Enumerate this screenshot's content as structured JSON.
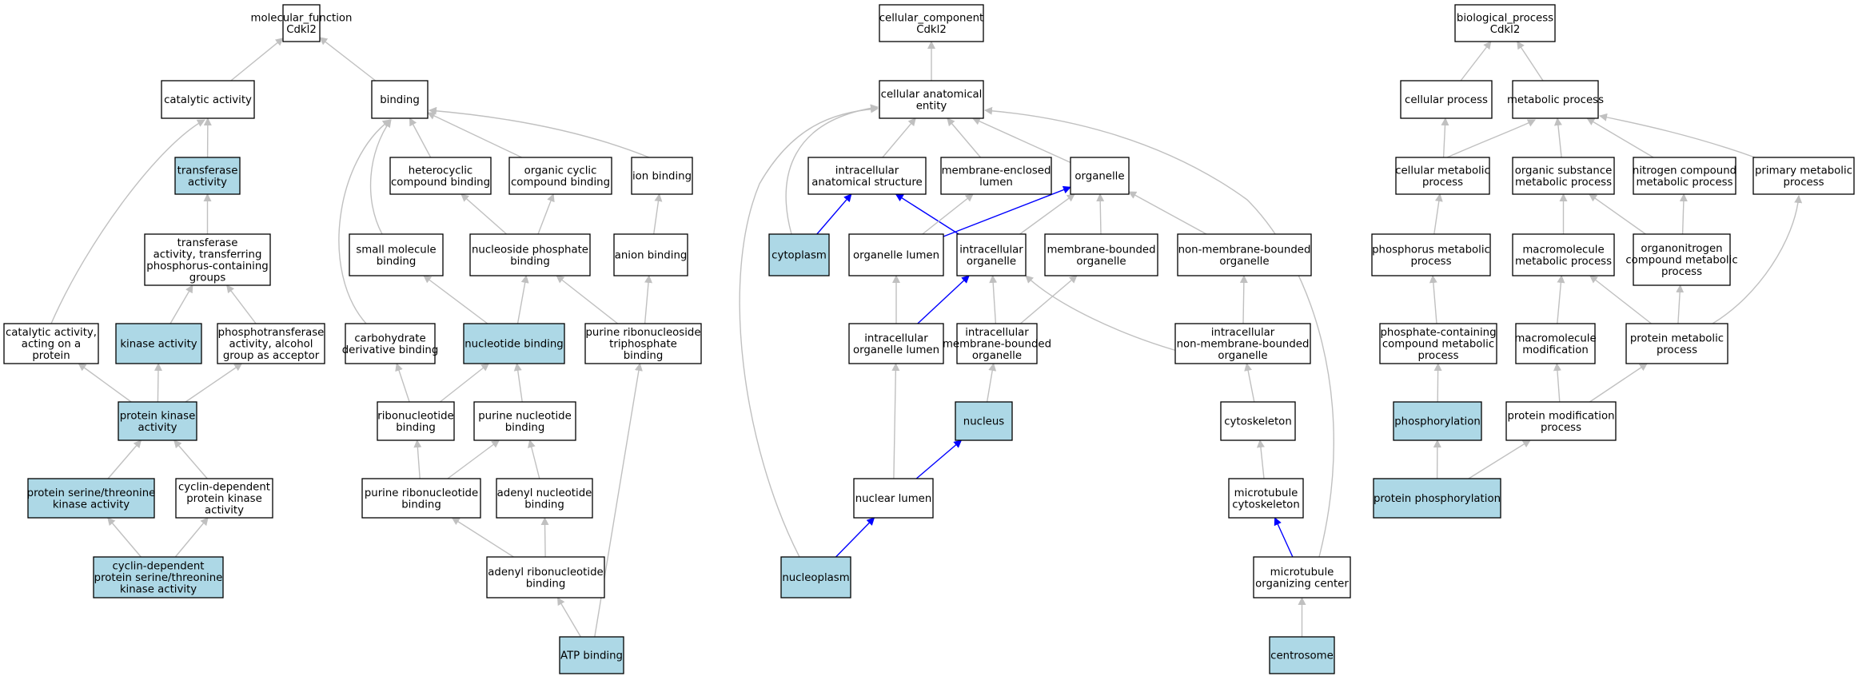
{
  "colors": {
    "highlight_fill": "#add8e6",
    "default_fill": "#ffffff",
    "edge_gray": "#c0c0c0",
    "edge_blue": "#0000ff"
  },
  "nodes": {
    "mf_root": {
      "lines": [
        "molecular_function",
        "Cdkl2"
      ],
      "highlight": false
    },
    "catalytic": {
      "lines": [
        "catalytic activity"
      ],
      "highlight": false
    },
    "binding": {
      "lines": [
        "binding"
      ],
      "highlight": false
    },
    "transferase": {
      "lines": [
        "transferase",
        "activity"
      ],
      "highlight": true
    },
    "heterocyclic": {
      "lines": [
        "heterocyclic",
        "compound binding"
      ],
      "highlight": false
    },
    "organic_cyclic": {
      "lines": [
        "organic cyclic",
        "compound binding"
      ],
      "highlight": false
    },
    "ion_binding": {
      "lines": [
        "ion binding"
      ],
      "highlight": false
    },
    "transferase_p": {
      "lines": [
        "transferase",
        "activity, transferring",
        "phosphorus-containing",
        "groups"
      ],
      "highlight": false
    },
    "small_molecule": {
      "lines": [
        "small molecule",
        "binding"
      ],
      "highlight": false
    },
    "nucleoside_phosphate": {
      "lines": [
        "nucleoside phosphate",
        "binding"
      ],
      "highlight": false
    },
    "anion_binding": {
      "lines": [
        "anion binding"
      ],
      "highlight": false
    },
    "catalytic_protein": {
      "lines": [
        "catalytic activity,",
        "acting on a",
        "protein"
      ],
      "highlight": false
    },
    "kinase": {
      "lines": [
        "kinase activity"
      ],
      "highlight": true
    },
    "phosphotransferase": {
      "lines": [
        "phosphotransferase",
        "activity, alcohol",
        "group as acceptor"
      ],
      "highlight": false
    },
    "carbohydrate_deriv": {
      "lines": [
        "carbohydrate",
        "derivative binding"
      ],
      "highlight": false
    },
    "nucleotide_binding": {
      "lines": [
        "nucleotide binding"
      ],
      "highlight": true
    },
    "purine_ribonucleoside_tp": {
      "lines": [
        "purine ribonucleoside",
        "triphosphate",
        "binding"
      ],
      "highlight": false
    },
    "protein_kinase": {
      "lines": [
        "protein kinase",
        "activity"
      ],
      "highlight": true
    },
    "ribonucleotide": {
      "lines": [
        "ribonucleotide",
        "binding"
      ],
      "highlight": false
    },
    "purine_nucleotide": {
      "lines": [
        "purine nucleotide",
        "binding"
      ],
      "highlight": false
    },
    "ser_thr_kinase": {
      "lines": [
        "protein serine/threonine",
        "kinase activity"
      ],
      "highlight": true
    },
    "cdk": {
      "lines": [
        "cyclin-dependent",
        "protein kinase",
        "activity"
      ],
      "highlight": false
    },
    "purine_ribonucleotide": {
      "lines": [
        "purine ribonucleotide",
        "binding"
      ],
      "highlight": false
    },
    "adenyl_nucleotide": {
      "lines": [
        "adenyl nucleotide",
        "binding"
      ],
      "highlight": false
    },
    "cdk_ser_thr": {
      "lines": [
        "cyclin-dependent",
        "protein serine/threonine",
        "kinase activity"
      ],
      "highlight": true
    },
    "adenyl_ribonucleotide": {
      "lines": [
        "adenyl ribonucleotide",
        "binding"
      ],
      "highlight": false
    },
    "atp": {
      "lines": [
        "ATP binding"
      ],
      "highlight": true
    },
    "cc_root": {
      "lines": [
        "cellular_component",
        "Cdkl2"
      ],
      "highlight": false
    },
    "cae": {
      "lines": [
        "cellular anatomical",
        "entity"
      ],
      "highlight": false
    },
    "ias": {
      "lines": [
        "intracellular",
        "anatomical structure"
      ],
      "highlight": false
    },
    "mel": {
      "lines": [
        "membrane-enclosed",
        "lumen"
      ],
      "highlight": false
    },
    "organelle": {
      "lines": [
        "organelle"
      ],
      "highlight": false
    },
    "cytoplasm": {
      "lines": [
        "cytoplasm"
      ],
      "highlight": true
    },
    "organelle_lumen": {
      "lines": [
        "organelle lumen"
      ],
      "highlight": false
    },
    "intra_organelle": {
      "lines": [
        "intracellular",
        "organelle"
      ],
      "highlight": false
    },
    "mbo": {
      "lines": [
        "membrane-bounded",
        "organelle"
      ],
      "highlight": false
    },
    "nmbo": {
      "lines": [
        "non-membrane-bounded",
        "organelle"
      ],
      "highlight": false
    },
    "iol": {
      "lines": [
        "intracellular",
        "organelle lumen"
      ],
      "highlight": false
    },
    "imbo": {
      "lines": [
        "intracellular",
        "membrane-bounded",
        "organelle"
      ],
      "highlight": false
    },
    "inmbo": {
      "lines": [
        "intracellular",
        "non-membrane-bounded",
        "organelle"
      ],
      "highlight": false
    },
    "nucleus": {
      "lines": [
        "nucleus"
      ],
      "highlight": true
    },
    "cytoskeleton": {
      "lines": [
        "cytoskeleton"
      ],
      "highlight": false
    },
    "nuclear_lumen": {
      "lines": [
        "nuclear lumen"
      ],
      "highlight": false
    },
    "mt_cytoskeleton": {
      "lines": [
        "microtubule",
        "cytoskeleton"
      ],
      "highlight": false
    },
    "nucleoplasm": {
      "lines": [
        "nucleoplasm"
      ],
      "highlight": true
    },
    "mtoc": {
      "lines": [
        "microtubule",
        "organizing center"
      ],
      "highlight": false
    },
    "centrosome": {
      "lines": [
        "centrosome"
      ],
      "highlight": true
    },
    "bp_root": {
      "lines": [
        "biological_process",
        "Cdkl2"
      ],
      "highlight": false
    },
    "cellular_process": {
      "lines": [
        "cellular process"
      ],
      "highlight": false
    },
    "metabolic_process": {
      "lines": [
        "metabolic process"
      ],
      "highlight": false
    },
    "cmp": {
      "lines": [
        "cellular metabolic",
        "process"
      ],
      "highlight": false
    },
    "osmp": {
      "lines": [
        "organic substance",
        "metabolic process"
      ],
      "highlight": false
    },
    "ncmp": {
      "lines": [
        "nitrogen compound",
        "metabolic process"
      ],
      "highlight": false
    },
    "pmp": {
      "lines": [
        "primary metabolic",
        "process"
      ],
      "highlight": false
    },
    "phmp": {
      "lines": [
        "phosphorus metabolic",
        "process"
      ],
      "highlight": false
    },
    "mmp": {
      "lines": [
        "macromolecule",
        "metabolic process"
      ],
      "highlight": false
    },
    "oncmp": {
      "lines": [
        "organonitrogen",
        "compound metabolic",
        "process"
      ],
      "highlight": false
    },
    "pccmp": {
      "lines": [
        "phosphate-containing",
        "compound metabolic",
        "process"
      ],
      "highlight": false
    },
    "mm": {
      "lines": [
        "macromolecule",
        "modification"
      ],
      "highlight": false
    },
    "prmp": {
      "lines": [
        "protein metabolic",
        "process"
      ],
      "highlight": false
    },
    "phosphorylation": {
      "lines": [
        "phosphorylation"
      ],
      "highlight": true
    },
    "pmod": {
      "lines": [
        "protein modification",
        "process"
      ],
      "highlight": false
    },
    "pphos": {
      "lines": [
        "protein phosphorylation"
      ],
      "highlight": true
    }
  },
  "edges": [
    {
      "from": "catalytic",
      "to": "mf_root",
      "color": "gray"
    },
    {
      "from": "binding",
      "to": "mf_root",
      "color": "gray"
    },
    {
      "from": "transferase",
      "to": "catalytic",
      "color": "gray"
    },
    {
      "from": "catalytic_protein",
      "to": "catalytic",
      "color": "gray"
    },
    {
      "from": "heterocyclic",
      "to": "binding",
      "color": "gray"
    },
    {
      "from": "organic_cyclic",
      "to": "binding",
      "color": "gray"
    },
    {
      "from": "ion_binding",
      "to": "binding",
      "color": "gray"
    },
    {
      "from": "small_molecule",
      "to": "binding",
      "color": "gray"
    },
    {
      "from": "carbohydrate_deriv",
      "to": "binding",
      "color": "gray"
    },
    {
      "from": "transferase_p",
      "to": "transferase",
      "color": "gray"
    },
    {
      "from": "kinase",
      "to": "transferase_p",
      "color": "gray"
    },
    {
      "from": "phosphotransferase",
      "to": "transferase_p",
      "color": "gray"
    },
    {
      "from": "protein_kinase",
      "to": "catalytic_protein",
      "color": "gray"
    },
    {
      "from": "protein_kinase",
      "to": "kinase",
      "color": "gray"
    },
    {
      "from": "protein_kinase",
      "to": "phosphotransferase",
      "color": "gray"
    },
    {
      "from": "ser_thr_kinase",
      "to": "protein_kinase",
      "color": "gray"
    },
    {
      "from": "cdk",
      "to": "protein_kinase",
      "color": "gray"
    },
    {
      "from": "cdk_ser_thr",
      "to": "ser_thr_kinase",
      "color": "gray"
    },
    {
      "from": "cdk_ser_thr",
      "to": "cdk",
      "color": "gray"
    },
    {
      "from": "nucleoside_phosphate",
      "to": "heterocyclic",
      "color": "gray"
    },
    {
      "from": "nucleoside_phosphate",
      "to": "organic_cyclic",
      "color": "gray"
    },
    {
      "from": "anion_binding",
      "to": "ion_binding",
      "color": "gray"
    },
    {
      "from": "nucleotide_binding",
      "to": "small_molecule",
      "color": "gray"
    },
    {
      "from": "nucleotide_binding",
      "to": "nucleoside_phosphate",
      "color": "gray"
    },
    {
      "from": "purine_ribonucleoside_tp",
      "to": "nucleoside_phosphate",
      "color": "gray"
    },
    {
      "from": "purine_ribonucleoside_tp",
      "to": "anion_binding",
      "color": "gray"
    },
    {
      "from": "ribonucleotide",
      "to": "carbohydrate_deriv",
      "color": "gray"
    },
    {
      "from": "ribonucleotide",
      "to": "nucleotide_binding",
      "color": "gray"
    },
    {
      "from": "purine_nucleotide",
      "to": "nucleotide_binding",
      "color": "gray"
    },
    {
      "from": "purine_ribonucleotide",
      "to": "ribonucleotide",
      "color": "gray"
    },
    {
      "from": "purine_ribonucleotide",
      "to": "purine_nucleotide",
      "color": "gray"
    },
    {
      "from": "adenyl_nucleotide",
      "to": "purine_nucleotide",
      "color": "gray"
    },
    {
      "from": "adenyl_ribonucleotide",
      "to": "purine_ribonucleotide",
      "color": "gray"
    },
    {
      "from": "adenyl_ribonucleotide",
      "to": "adenyl_nucleotide",
      "color": "gray"
    },
    {
      "from": "atp",
      "to": "adenyl_ribonucleotide",
      "color": "gray"
    },
    {
      "from": "atp",
      "to": "purine_ribonucleoside_tp",
      "color": "gray"
    },
    {
      "from": "cae",
      "to": "cc_root",
      "color": "gray"
    },
    {
      "from": "ias",
      "to": "cae",
      "color": "gray"
    },
    {
      "from": "mel",
      "to": "cae",
      "color": "gray"
    },
    {
      "from": "organelle",
      "to": "cae",
      "color": "gray"
    },
    {
      "from": "cytoplasm",
      "to": "cae",
      "color": "gray"
    },
    {
      "from": "nucleoplasm",
      "to": "cae",
      "color": "gray"
    },
    {
      "from": "mtoc",
      "to": "cae",
      "color": "gray"
    },
    {
      "from": "cytoplasm",
      "to": "ias",
      "color": "blue"
    },
    {
      "from": "intra_organelle",
      "to": "ias",
      "color": "blue"
    },
    {
      "from": "organelle_lumen",
      "to": "organelle",
      "color": "blue"
    },
    {
      "from": "organelle_lumen",
      "to": "mel",
      "color": "gray"
    },
    {
      "from": "intra_organelle",
      "to": "organelle",
      "color": "gray"
    },
    {
      "from": "mbo",
      "to": "organelle",
      "color": "gray"
    },
    {
      "from": "nmbo",
      "to": "organelle",
      "color": "gray"
    },
    {
      "from": "iol",
      "to": "organelle_lumen",
      "color": "gray"
    },
    {
      "from": "iol",
      "to": "intra_organelle",
      "color": "blue"
    },
    {
      "from": "imbo",
      "to": "intra_organelle",
      "color": "gray"
    },
    {
      "from": "imbo",
      "to": "mbo",
      "color": "gray"
    },
    {
      "from": "inmbo",
      "to": "intra_organelle",
      "color": "gray"
    },
    {
      "from": "inmbo",
      "to": "nmbo",
      "color": "gray"
    },
    {
      "from": "nucleus",
      "to": "imbo",
      "color": "gray"
    },
    {
      "from": "cytoskeleton",
      "to": "inmbo",
      "color": "gray"
    },
    {
      "from": "nuclear_lumen",
      "to": "iol",
      "color": "gray"
    },
    {
      "from": "nuclear_lumen",
      "to": "nucleus",
      "color": "blue"
    },
    {
      "from": "mt_cytoskeleton",
      "to": "cytoskeleton",
      "color": "gray"
    },
    {
      "from": "nucleoplasm",
      "to": "nuclear_lumen",
      "color": "blue"
    },
    {
      "from": "mtoc",
      "to": "mt_cytoskeleton",
      "color": "blue"
    },
    {
      "from": "centrosome",
      "to": "mtoc",
      "color": "gray"
    },
    {
      "from": "cellular_process",
      "to": "bp_root",
      "color": "gray"
    },
    {
      "from": "metabolic_process",
      "to": "bp_root",
      "color": "gray"
    },
    {
      "from": "cmp",
      "to": "cellular_process",
      "color": "gray"
    },
    {
      "from": "cmp",
      "to": "metabolic_process",
      "color": "gray"
    },
    {
      "from": "osmp",
      "to": "metabolic_process",
      "color": "gray"
    },
    {
      "from": "ncmp",
      "to": "metabolic_process",
      "color": "gray"
    },
    {
      "from": "pmp",
      "to": "metabolic_process",
      "color": "gray"
    },
    {
      "from": "phmp",
      "to": "cmp",
      "color": "gray"
    },
    {
      "from": "mmp",
      "to": "osmp",
      "color": "gray"
    },
    {
      "from": "oncmp",
      "to": "osmp",
      "color": "gray"
    },
    {
      "from": "oncmp",
      "to": "ncmp",
      "color": "gray"
    },
    {
      "from": "pccmp",
      "to": "phmp",
      "color": "gray"
    },
    {
      "from": "mm",
      "to": "mmp",
      "color": "gray"
    },
    {
      "from": "prmp",
      "to": "mmp",
      "color": "gray"
    },
    {
      "from": "prmp",
      "to": "oncmp",
      "color": "gray"
    },
    {
      "from": "prmp",
      "to": "pmp",
      "color": "gray"
    },
    {
      "from": "phosphorylation",
      "to": "pccmp",
      "color": "gray"
    },
    {
      "from": "pmod",
      "to": "mm",
      "color": "gray"
    },
    {
      "from": "pmod",
      "to": "prmp",
      "color": "gray"
    },
    {
      "from": "pphos",
      "to": "phosphorylation",
      "color": "gray"
    },
    {
      "from": "pphos",
      "to": "pmod",
      "color": "gray"
    }
  ]
}
